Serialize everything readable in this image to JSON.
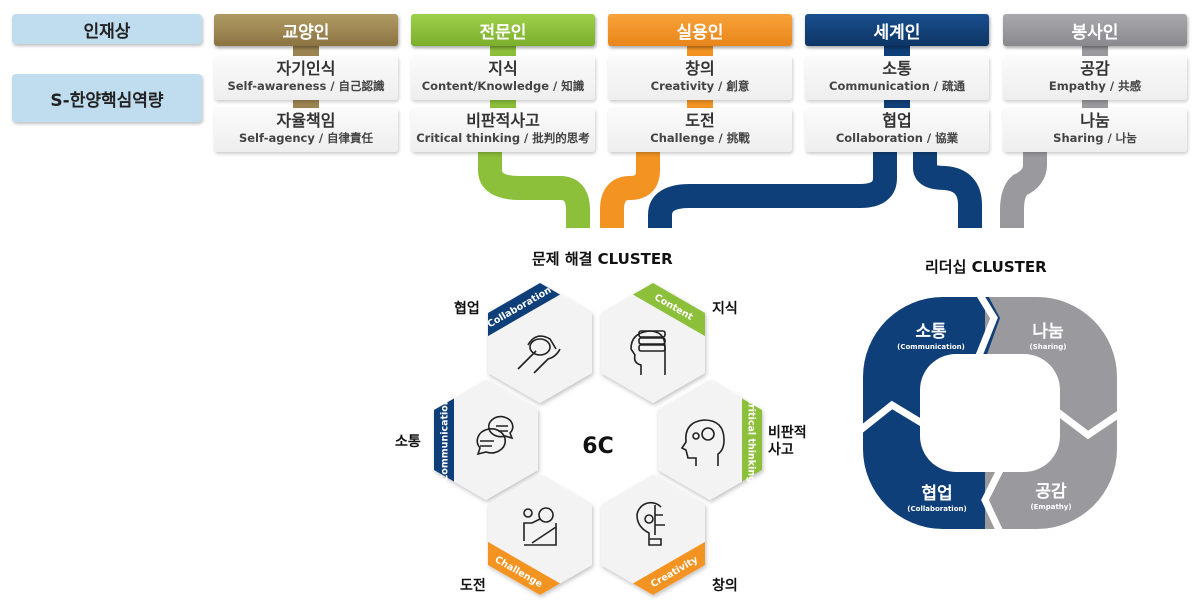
{
  "row_labels": {
    "talent": "인재상",
    "competency": "S-한양핵심역량"
  },
  "columns": [
    {
      "header": "교양인",
      "color": "#9c8450",
      "items": [
        {
          "ko": "자기인식",
          "en": "Self-awareness / 自己認識"
        },
        {
          "ko": "자율책임",
          "en": "Self-agency / 自律責任"
        }
      ]
    },
    {
      "header": "전문인",
      "color": "#8cbf3a",
      "items": [
        {
          "ko": "지식",
          "en": "Content/Knowledge / 知識"
        },
        {
          "ko": "비판적사고",
          "en": "Critical thinking / 批判的思考"
        }
      ]
    },
    {
      "header": "실용인",
      "color": "#f39322",
      "items": [
        {
          "ko": "창의",
          "en": "Creativity / 創意"
        },
        {
          "ko": "도전",
          "en": "Challenge / 挑戰"
        }
      ]
    },
    {
      "header": "세계인",
      "color": "#0f3f78",
      "items": [
        {
          "ko": "소통",
          "en": "Communication / 疏通"
        },
        {
          "ko": "협업",
          "en": "Collaboration / 協業"
        }
      ]
    },
    {
      "header": "봉사인",
      "color": "#9a9a9e",
      "items": [
        {
          "ko": "공감",
          "en": "Empathy / 共感"
        },
        {
          "ko": "나눔",
          "en": "Sharing / 나눔"
        }
      ]
    }
  ],
  "problem_cluster": {
    "title": "문제 해결 CLUSTER",
    "center": "6C",
    "hexes": [
      {
        "band": "Collaboration",
        "label": "협업",
        "icon": "handshake-icon",
        "color": "#0f3f78"
      },
      {
        "band": "Content",
        "label": "지식",
        "icon": "head-books-icon",
        "color": "#8cbf3a"
      },
      {
        "band": "Communication",
        "label": "소통",
        "icon": "chat-bubbles-icon",
        "color": "#0f3f78"
      },
      {
        "band": "Critical thinking",
        "label": "비판적",
        "label2": "사고",
        "icon": "head-gears-icon",
        "color": "#8cbf3a"
      },
      {
        "band": "Challenge",
        "label": "도전",
        "icon": "climber-gear-icon",
        "color": "#f39322"
      },
      {
        "band": "Creativity",
        "label": "창의",
        "icon": "lightbulb-circuit-icon",
        "color": "#f39322"
      }
    ]
  },
  "leadership_cluster": {
    "title": "리더십 CLUSTER",
    "segments": [
      {
        "ko": "소통",
        "en": "(Communication)"
      },
      {
        "ko": "나눔",
        "en": "(Sharing)"
      },
      {
        "ko": "협업",
        "en": "(Collaboration)"
      },
      {
        "ko": "공감",
        "en": "(Empathy)"
      }
    ],
    "colors": {
      "navy": "#0f3f78",
      "gray": "#9a9a9e"
    }
  }
}
